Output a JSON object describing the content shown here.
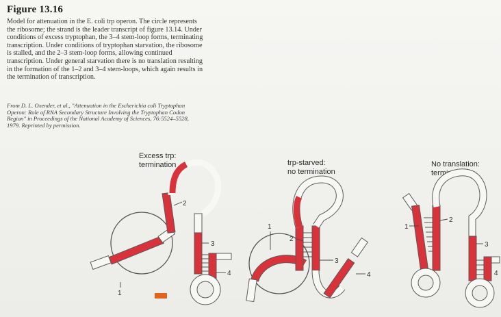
{
  "figure": {
    "title": "Figure 13.16",
    "caption": [
      "Model for attenuation in the E. coli trp operon. The circle represents",
      "the ribosome; the strand is the leader transcript of figure 13.14. Under",
      "conditions of excess tryptophan, the 3–4 stem-loop forms, terminating",
      "transcription. Under conditions of tryptophan starvation, the ribosome",
      "is stalled, and the 2–3 stem-loop forms, allowing continued",
      "transcription. Under general starvation there is no translation resulting",
      "in the formation of the 1–2 and 3–4 stem-loops, which again results in",
      "the termination of transcription."
    ],
    "credit": [
      "From D. L. Oxender, et al., \"Attenuation in the Escherichia coli Tryptophan",
      "Operon: Role of RNA Secondary Structure Involving the Tryptophan Codon",
      "Region\" in Proceedings of the National Academy of Sciences, 76:5524–5528,",
      "1979. Reprinted by permission."
    ]
  },
  "panels": [
    {
      "label": "Excess trp:\ntermination",
      "numbers": [
        "2",
        "3",
        "4",
        "1"
      ]
    },
    {
      "label": "trp-starved:\nno termination",
      "numbers": [
        "1",
        "2",
        "3",
        "4"
      ]
    },
    {
      "label": "No translation:\ntermination",
      "numbers": [
        "1",
        "2",
        "3",
        "4"
      ]
    }
  ],
  "colors": {
    "rna_segment": "#d8323b",
    "marker": "#e0641e",
    "outline": "#5a5a5a"
  }
}
